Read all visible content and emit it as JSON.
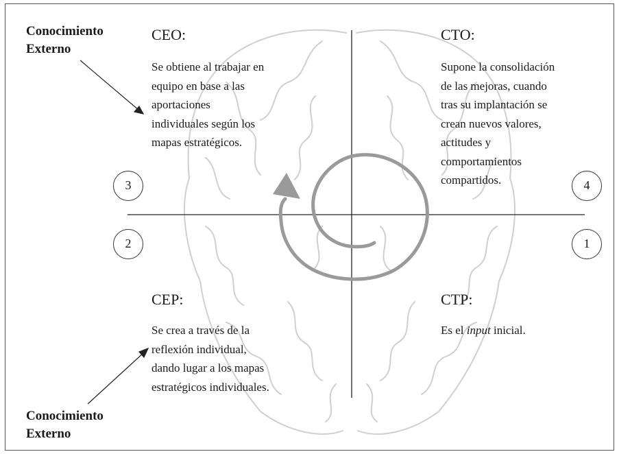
{
  "quadrants": {
    "ceo": {
      "title": "CEO:",
      "lines": [
        "Se obtiene al trabajar en",
        "equipo en base a las",
        "aportaciones",
        "individuales según los",
        "mapas estratégicos."
      ]
    },
    "cto": {
      "title": "CTO:",
      "lines": [
        "Supone la consolidación",
        "de las mejoras, cuando",
        "tras su implantación se",
        "crean nuevos valores,",
        "actitudes y",
        "comportamientos",
        "compartidos."
      ]
    },
    "cep": {
      "title": "CEP:",
      "lines": [
        "Se crea a través de la",
        "reflexión individual,",
        "dando lugar a los mapas",
        "estratégicos individuales."
      ]
    },
    "ctp": {
      "title": "CTP:",
      "text_before": "Es el ",
      "text_italic": "input",
      "text_after": " inicial."
    }
  },
  "external_labels": {
    "top": {
      "line1": "Conocimiento",
      "line2": "Externo"
    },
    "bottom": {
      "line1": "Conocimiento",
      "line2": "Externo"
    }
  },
  "markers": {
    "one": "1",
    "two": "2",
    "three": "3",
    "four": "4"
  },
  "colors": {
    "spiral": "#9a9a9a",
    "brain_outline": "#cfcfcf",
    "axes": "#222222",
    "border": "#555555"
  }
}
